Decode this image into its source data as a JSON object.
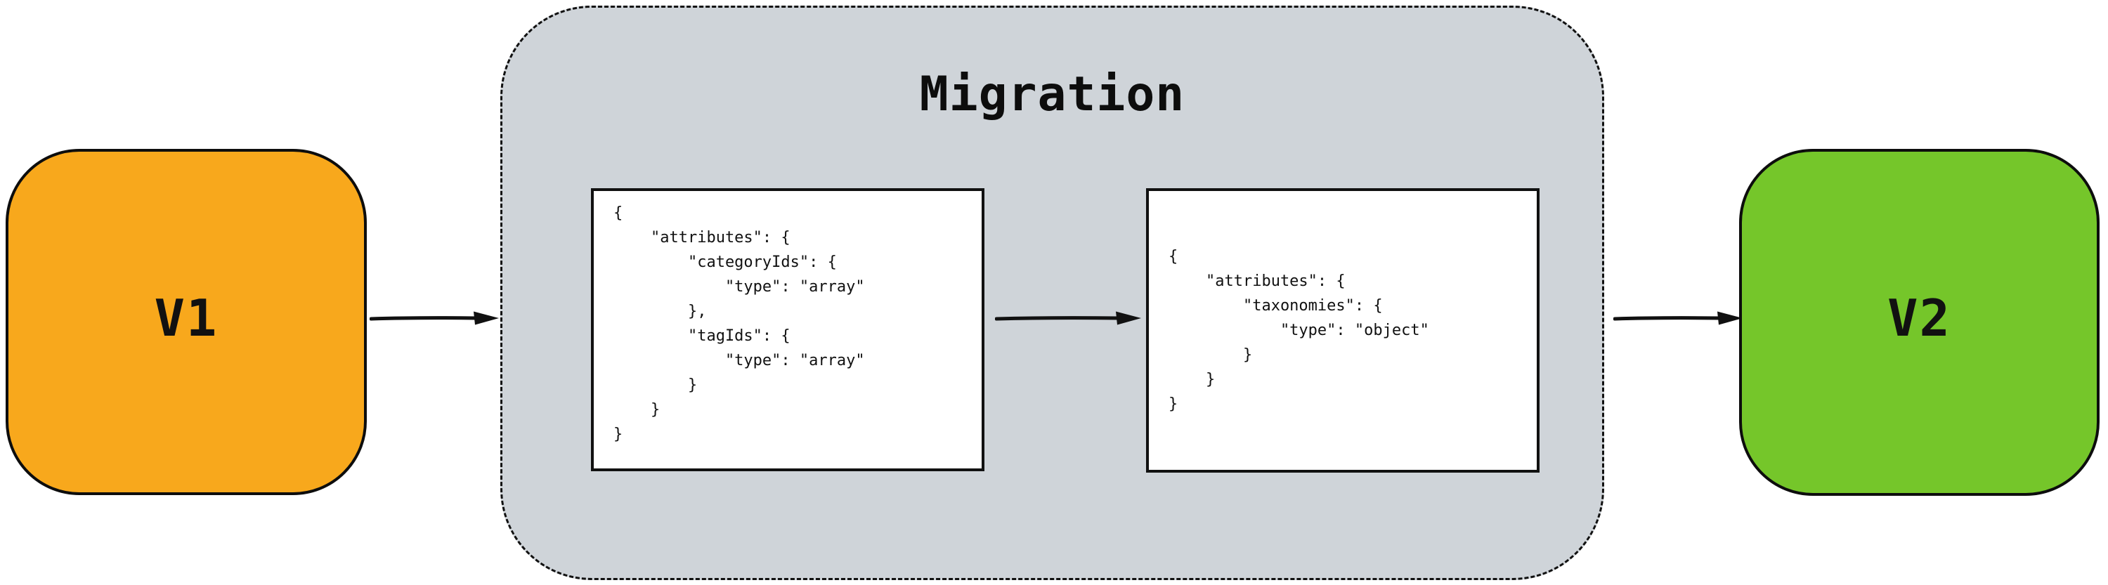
{
  "diagram": {
    "title": "Migration",
    "nodes": {
      "v1": {
        "label": "V1",
        "fill": "#F8A81C"
      },
      "v2": {
        "label": "V2",
        "fill": "#75C62A"
      }
    },
    "migration": {
      "title": "Migration",
      "container_fill": "#CFD4D9",
      "border_style": "dashed",
      "code_blocks": [
        {
          "name": "v1-schema",
          "code": "{\n    \"attributes\": {\n        \"categoryIds\": {\n            \"type\": \"array\"\n        },\n        \"tagIds\": {\n            \"type\": \"array\"\n        }\n    }\n}"
        },
        {
          "name": "v2-schema",
          "code": "{\n    \"attributes\": {\n        \"taxonomies\": {\n            \"type\": \"object\"\n        }\n    }\n}"
        }
      ]
    },
    "arrows": {
      "color": "#111111",
      "items": [
        "v1-to-migration",
        "v1-schema-to-v2-schema",
        "migration-to-v2"
      ]
    }
  }
}
